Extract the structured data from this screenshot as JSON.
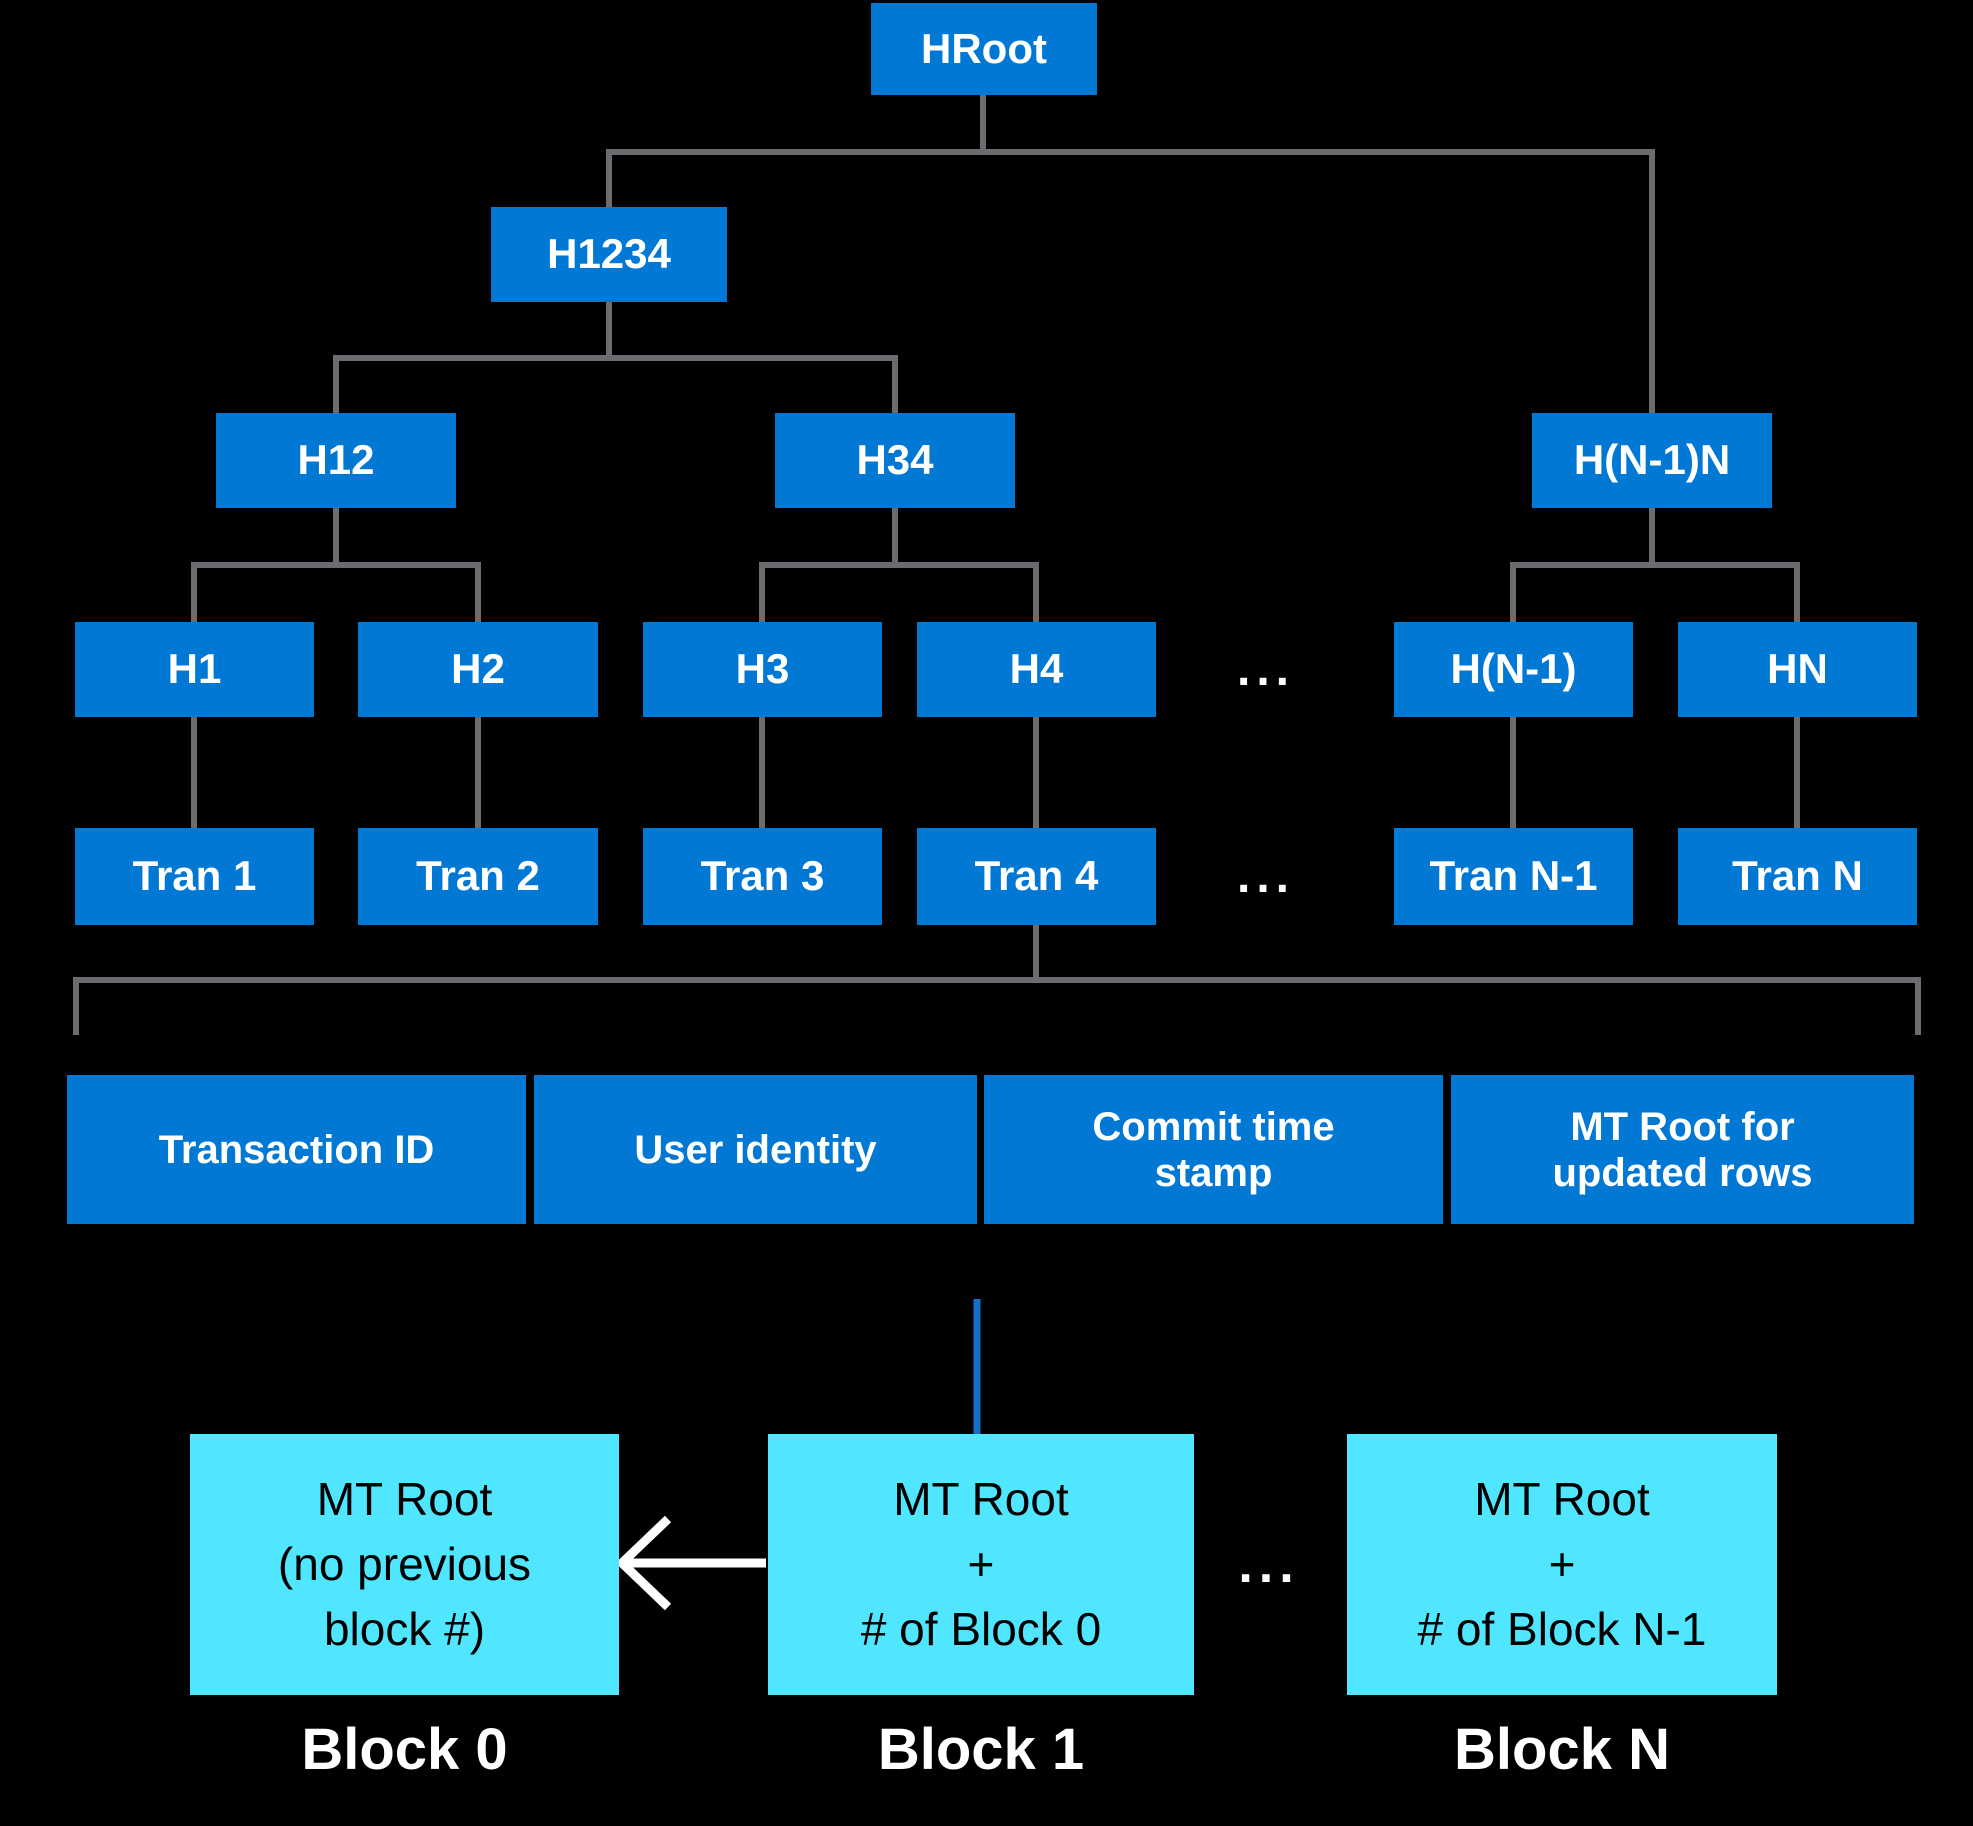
{
  "colors": {
    "background": "#000000",
    "node_blue": "#0078D4",
    "block_cyan": "#50E6FF",
    "connector_gray": "#6A6C6F",
    "commit_link_blue": "#1170C9",
    "arrow_white": "#FFFFFF",
    "text_on_blue": "#FFFFFF",
    "text_on_cyan": "#000000"
  },
  "tree": {
    "root": "HRoot",
    "level1": "H1234",
    "level2": [
      "H12",
      "H34",
      "H(N-1)N"
    ],
    "hash_row": [
      "H1",
      "H2",
      "H3",
      "H4",
      "H(N-1)",
      "HN"
    ],
    "hash_row_ellipsis": "...",
    "tran_row": [
      "Tran 1",
      "Tran 2",
      "Tran 3",
      "Tran 4",
      "Tran N-1",
      "Tran N"
    ],
    "tran_row_ellipsis": "..."
  },
  "transaction_detail": {
    "fields": [
      "Transaction ID",
      "User identity",
      "Commit time\nstamp",
      "MT Root for\nupdated rows"
    ]
  },
  "blocks": {
    "items": [
      {
        "content": "MT Root\n(no previous\nblock #)",
        "label": "Block 0"
      },
      {
        "content": "MT Root\n+\n# of Block 0",
        "label": "Block 1"
      },
      {
        "content": "MT Root\n+\n# of Block N-1",
        "label": "Block N"
      }
    ],
    "ellipsis": "..."
  }
}
